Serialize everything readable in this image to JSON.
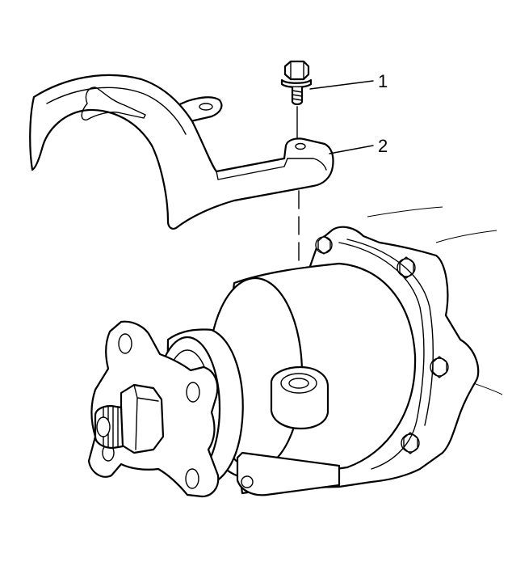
{
  "figure": {
    "description_colors": {
      "line": "#000000",
      "background": "#ffffff"
    },
    "callouts": [
      {
        "id": "1",
        "text": "1",
        "part": "bolt"
      },
      {
        "id": "2",
        "text": "2",
        "part": "heat-shield-bracket"
      }
    ]
  }
}
